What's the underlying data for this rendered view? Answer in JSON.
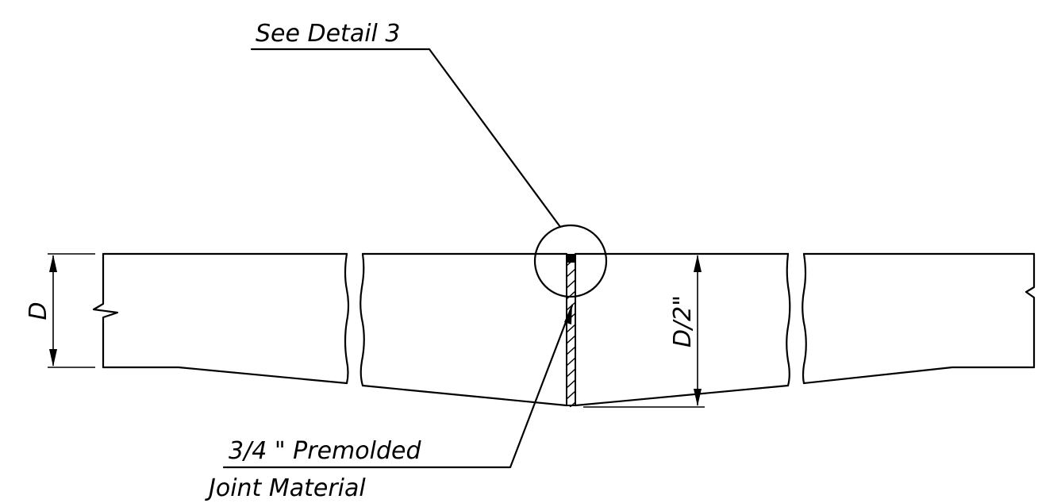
{
  "labels": {
    "see_detail": "See Detail 3",
    "premolded_line1": "3/4 \" Premolded",
    "premolded_line2": "Joint Material",
    "depth": "D",
    "half_depth": "D/2\""
  }
}
